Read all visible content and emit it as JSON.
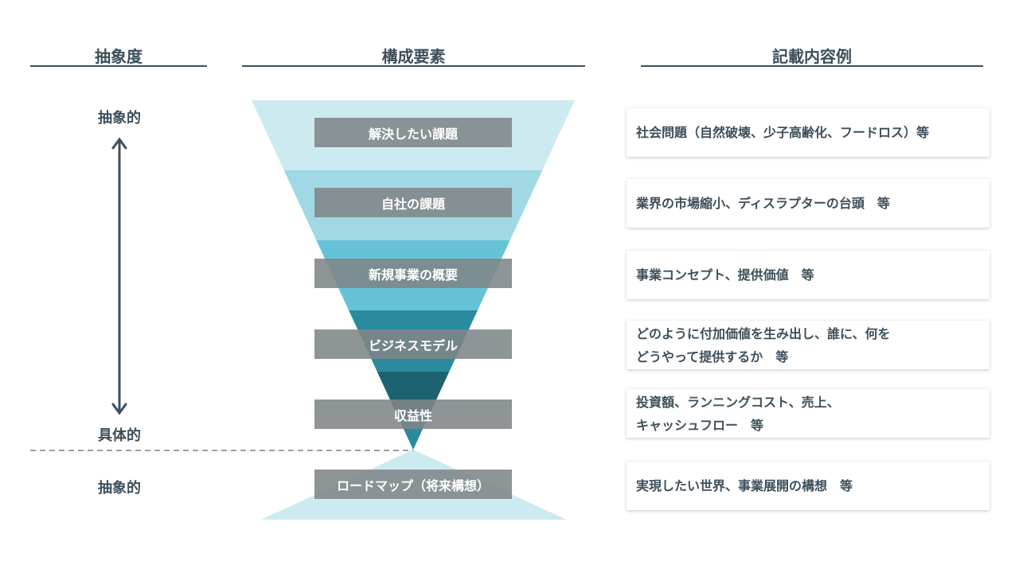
{
  "headers": {
    "abstraction": "抽象度",
    "components": "構成要素",
    "examples": "記載内容例"
  },
  "levels": {
    "top": "抽象的",
    "bottom": "具体的",
    "roadmap": "抽象的"
  },
  "colors": {
    "text": "#3d4f5a",
    "band1": "#cdeaf0",
    "band2": "#a0d8e4",
    "band3": "#66c3d7",
    "band4": "#2a8a9e",
    "band5": "#1e6272",
    "box": "#808587"
  },
  "components": [
    {
      "label": "解決したい課題",
      "example": [
        "社会問題（自然破壊、少子高齢化、フードロス）等"
      ]
    },
    {
      "label": "自社の課題",
      "example": [
        "業界の市場縮小、ディスラプターの台頭　等"
      ]
    },
    {
      "label": "新規事業の概要",
      "example": [
        "事業コンセプト、提供価値　等"
      ]
    },
    {
      "label": "ビジネスモデル",
      "example": [
        "どのように付加価値を生み出し、誰に、何を",
        "どうやって提供するか　等"
      ]
    },
    {
      "label": "収益性",
      "example": [
        "投資額、ランニングコスト、売上、",
        "キャッシュフロー　等"
      ]
    },
    {
      "label": "ロードマップ（将来構想）",
      "example": [
        "実現したい世界、事業展開の構想　等"
      ]
    }
  ]
}
